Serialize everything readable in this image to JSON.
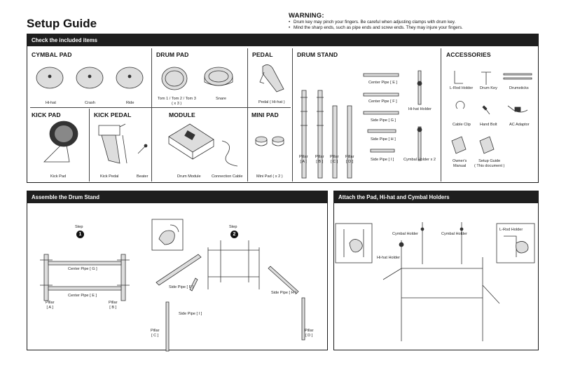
{
  "title": "Setup Guide",
  "warning": {
    "heading": "WARNING:",
    "lines": [
      "Drum key may pinch your fingers. Be careful when adjusting clamps with drum key.",
      "Mind the sharp ends, such as pipe ends and screw ends. They may injure your fingers."
    ]
  },
  "check": {
    "heading": "Check the included items",
    "cymbal_pad": {
      "title": "CYMBAL PAD",
      "labels": [
        "Hi-hat",
        "Crash",
        "Ride"
      ]
    },
    "drum_pad": {
      "title": "DRUM PAD",
      "tom_label": "Tom 1 / Tom 2 / Tom 3",
      "tom_qty": "( x 3 )",
      "snare_label": "Snare"
    },
    "pedal": {
      "title": "PEDAL",
      "label": "Pedal ( Hi-hat )"
    },
    "drum_stand": {
      "title": "DRUM STAND",
      "pillar_word": "Pillar",
      "pillars": [
        "[ A ]",
        "[ B ]",
        "[ C ]",
        "[ D ]"
      ],
      "pipes": [
        "Center Pipe [ E ]",
        "Center Pipe [ F ]",
        "Side Pipe [ G ]",
        "Side Pipe [ H ]",
        "Side Pipe [ I ]"
      ],
      "hihat_holder": "Hi-hat Holder",
      "cymbal_holder": "Cymbal Holder x 2"
    },
    "accessories": {
      "title": "ACCESSORIES",
      "items": [
        "L-Rod Holder",
        "Drum Key",
        "Drumsticks",
        "Cable Clip",
        "Hand Bolt",
        "AC Adaptor"
      ],
      "manual_line1": "Owner's",
      "manual_line2": "Manual",
      "setup_line1": "Setup Guide",
      "setup_line2": "( This document )"
    },
    "kick_pad": {
      "title": "KICK PAD",
      "label": "Kick Pad"
    },
    "kick_pedal": {
      "title": "KICK PEDAL",
      "labels": [
        "Kick Pedal",
        "Beater"
      ]
    },
    "module": {
      "title": "MODULE",
      "labels": [
        "Drum Module",
        "Connection Cable"
      ]
    },
    "mini_pad": {
      "title": "MINI PAD",
      "label": "Mini Pad ( x 2 )"
    }
  },
  "assemble": {
    "heading": "Assemble the Drum Stand",
    "step_word": "Step",
    "step1_no": "1",
    "step2_no": "2",
    "center_g": "Center Pipe [ G ]",
    "center_e": "Center Pipe [ E ]",
    "pillar_word": "Pillar",
    "pillar_a": "[ A ]",
    "pillar_b": "[ B ]",
    "pillar_c": "[ C ]",
    "pillar_d": "[ D ]",
    "side_f": "Side Pipe [ F ]",
    "side_i": "Side Pipe [ I ]",
    "side_h": "Side Pipe [ H ]"
  },
  "attach": {
    "heading": "Attach the Pad, Hi-hat and Cymbal Holders",
    "cymbal_holder_1": "Cymbal Holder",
    "cymbal_holder_2": "Cymbal Holder",
    "hihat_holder": "Hi-hat Holder",
    "lrod_holder": "L-Rod Holder"
  }
}
